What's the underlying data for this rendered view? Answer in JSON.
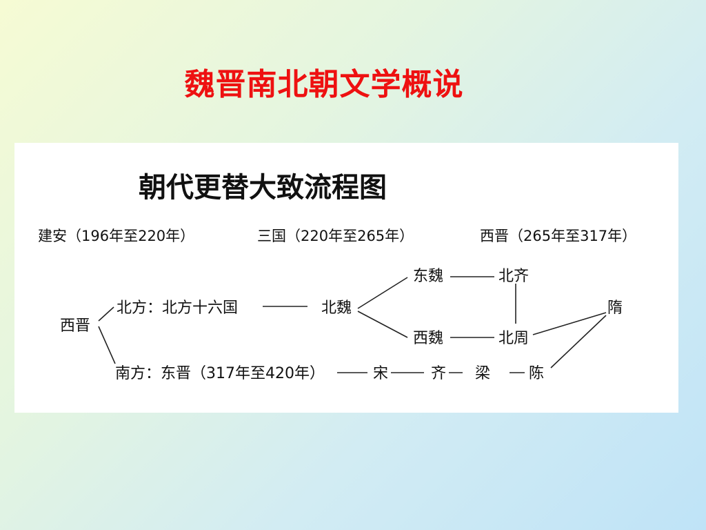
{
  "slide": {
    "title": "魏晋南北朝文学概说",
    "title_color": "#ee1111"
  },
  "diagram": {
    "title": "朝代更替大致流程图",
    "periods": [
      "建安（196年至220年）",
      "三国（220年至265年）",
      "西晋（265年至317年）"
    ],
    "nodes": {
      "xijin": "西晋",
      "north": "北方：北方十六国",
      "beiwei": "北魏",
      "dongwei": "东魏",
      "xiwei": "西魏",
      "beiqi": "北齐",
      "beizhou": "北周",
      "sui": "隋",
      "south": "南方：东晋（317年至420年）",
      "song": "宋",
      "qi": "齐",
      "liang": "梁",
      "chen": "陈"
    }
  }
}
